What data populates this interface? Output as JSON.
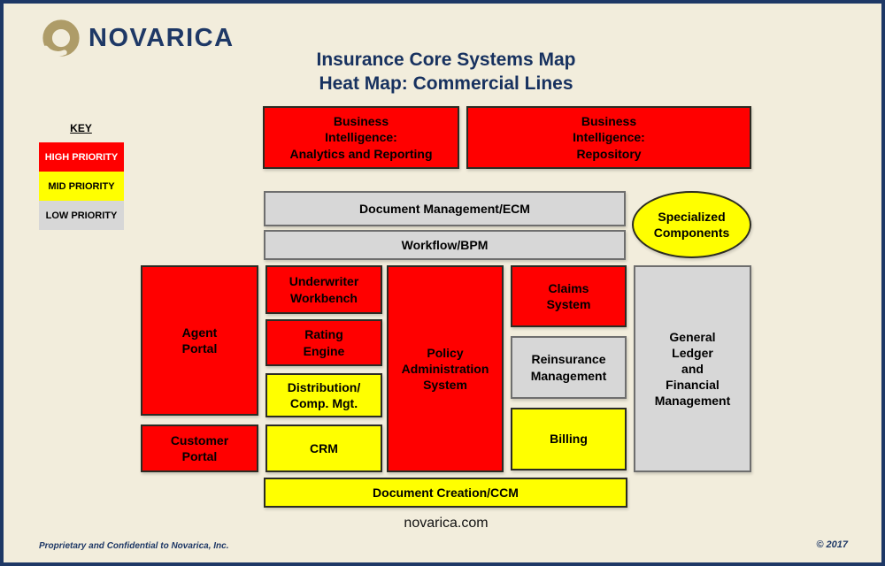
{
  "logo": {
    "brand": "NOVARICA"
  },
  "title": {
    "line1": "Insurance Core Systems Map",
    "line2": "Heat Map: Commercial Lines"
  },
  "key": {
    "heading": "KEY",
    "items": [
      {
        "label": "HIGH PRIORITY",
        "color": "#FF0000",
        "text_color": "#FFFFFF"
      },
      {
        "label": "MID PRIORITY",
        "color": "#FFFF00",
        "text_color": "#000000"
      },
      {
        "label": "LOW PRIORITY",
        "color": "#D7D7D7",
        "text_color": "#000000"
      }
    ]
  },
  "colors": {
    "high_priority": "#FF0000",
    "mid_priority": "#FFFF00",
    "low_priority": "#D7D7D7",
    "background": "#F2EDDC",
    "frame_navy": "#1E3866",
    "logo_tan": "#AE9C68"
  },
  "diagram": {
    "bi_analytics": {
      "label": "Business\nIntelligence:\nAnalytics and Reporting",
      "priority": "high"
    },
    "bi_repository": {
      "label": "Business\nIntelligence:\nRepository",
      "priority": "high"
    },
    "doc_mgmt": {
      "label": "Document Management/ECM",
      "priority": "low"
    },
    "workflow": {
      "label": "Workflow/BPM",
      "priority": "low"
    },
    "specialized": {
      "label": "Specialized\nComponents",
      "priority": "mid",
      "shape": "ellipse"
    },
    "agent_portal": {
      "label": "Agent\nPortal",
      "priority": "high"
    },
    "customer_portal": {
      "label": "Customer\nPortal",
      "priority": "high"
    },
    "underwriter": {
      "label": "Underwriter\nWorkbench",
      "priority": "high"
    },
    "rating": {
      "label": "Rating\nEngine",
      "priority": "high"
    },
    "distribution": {
      "label": "Distribution/\nComp. Mgt.",
      "priority": "mid"
    },
    "crm": {
      "label": "CRM",
      "priority": "mid"
    },
    "policy_admin": {
      "label": "Policy\nAdministration\nSystem",
      "priority": "high"
    },
    "claims": {
      "label": "Claims\nSystem",
      "priority": "high"
    },
    "reinsurance": {
      "label": "Reinsurance\nManagement",
      "priority": "low"
    },
    "billing": {
      "label": "Billing",
      "priority": "mid"
    },
    "general_ledger": {
      "label": "General\nLedger\nand\nFinancial\nManagement",
      "priority": "low"
    },
    "doc_creation": {
      "label": "Document Creation/CCM",
      "priority": "mid"
    }
  },
  "footer": {
    "website": "novarica.com",
    "confidential": "Proprietary and Confidential to Novarica, Inc.",
    "copyright": "© 2017"
  }
}
